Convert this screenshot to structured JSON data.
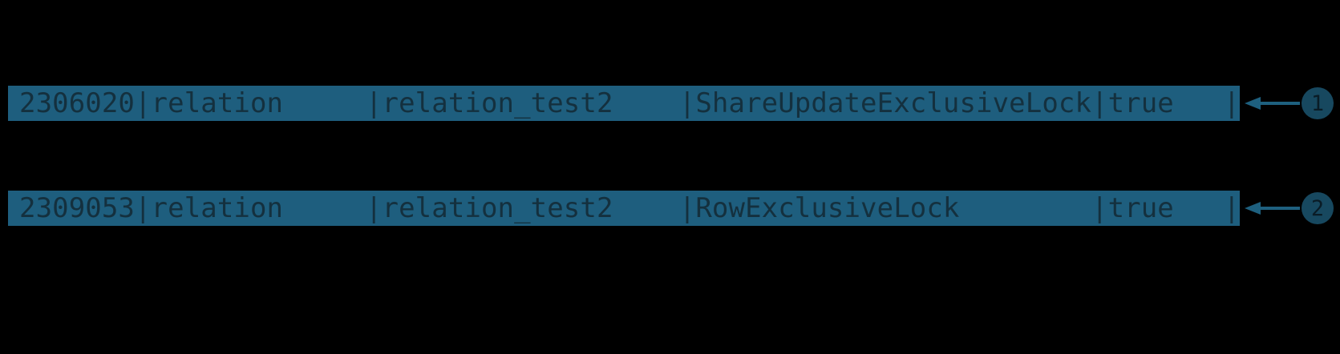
{
  "figure": {
    "description_visible_content": "two highlighted terminal output rows with numbered callouts",
    "rows": [
      {
        "cells": [
          "2306020",
          "relation",
          "relation_test2",
          "ShareUpdateExclusiveLock",
          "true"
        ],
        "text": "2306020|relation     |relation_test2    |ShareUpdateExclusiveLock|true   |"
      },
      {
        "cells": [
          "2309053",
          "relation",
          "relation_test2",
          "RowExclusiveLock",
          "true"
        ],
        "text": "2309053|relation     |relation_test2    |RowExclusiveLock        |true   |"
      }
    ]
  },
  "annotations": [
    {
      "label": "1"
    },
    {
      "label": "2"
    }
  ],
  "colors": {
    "page_bg": "#000000",
    "bar_bg": "#1e5e7e",
    "row_text": "#14303e",
    "circle_bg": "#17485f",
    "digit": "#0a1c26",
    "arrow": "#1e607f"
  }
}
